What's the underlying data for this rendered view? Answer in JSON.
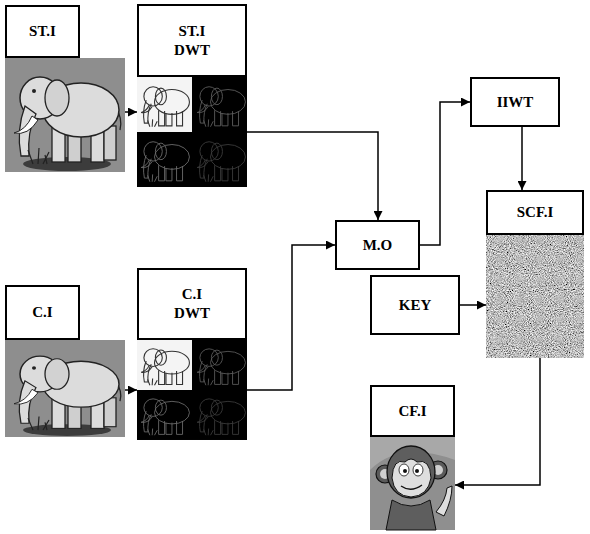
{
  "diagram": {
    "nodes": [
      {
        "text": [
          "ST.I"
        ]
      },
      {
        "text": [
          "ST.I DWT"
        ]
      },
      {
        "text": [
          "IIWT"
        ]
      },
      {
        "text": [
          "M.O"
        ]
      },
      {
        "text": [
          "SCF.I"
        ]
      },
      {
        "text": [
          "C.I"
        ]
      },
      {
        "text": [
          "C.I DWT"
        ]
      },
      {
        "text": [
          "KEY"
        ]
      },
      {
        "text": [
          "CF.I"
        ]
      }
    ],
    "edges": [
      {
        "from": 0,
        "to": 1,
        "arrow": "to"
      },
      {
        "from": 5,
        "to": 6,
        "arrow": "to"
      },
      {
        "from": 1,
        "to": 3,
        "arrow": "to"
      },
      {
        "from": 6,
        "to": 3,
        "arrow": "to"
      },
      {
        "from": 3,
        "to": 2,
        "arrow": "to"
      },
      {
        "from": 2,
        "to": 4,
        "arrow": "to"
      },
      {
        "from": 7,
        "to": 4,
        "arrow": "to"
      },
      {
        "from": 4,
        "to": 8,
        "arrow": "to"
      }
    ]
  }
}
